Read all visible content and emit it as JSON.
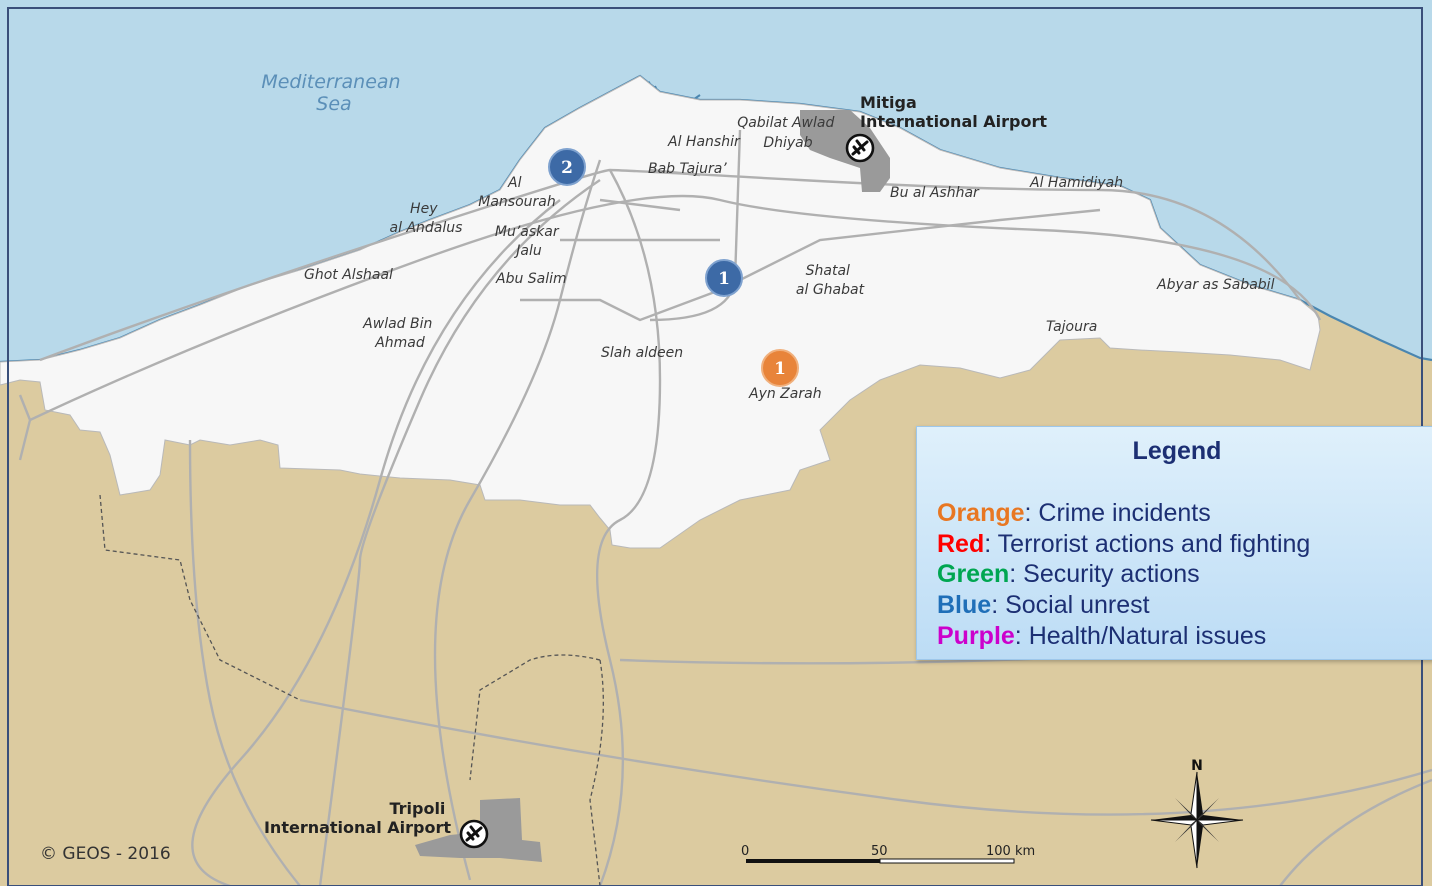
{
  "map": {
    "sea_label": [
      "Mediterranean",
      "Sea"
    ],
    "places": [
      {
        "id": "qabilat",
        "lines": [
          "Qabilat Awlad",
          "Dhiyab"
        ]
      },
      {
        "id": "al-hanshir",
        "lines": [
          "Al Hanshir"
        ]
      },
      {
        "id": "bab-tajura",
        "lines": [
          "Bab Tajura’"
        ]
      },
      {
        "id": "al-mansourah",
        "lines": [
          "Al",
          "Mansourah"
        ]
      },
      {
        "id": "hey-al-andalus",
        "lines": [
          "Hey",
          "al Andalus"
        ]
      },
      {
        "id": "muaskar-jalu",
        "lines": [
          "Mu’askar",
          "Jalu"
        ]
      },
      {
        "id": "ghot-alshaal",
        "lines": [
          "Ghot Alshaal"
        ]
      },
      {
        "id": "abu-salim",
        "lines": [
          "Abu Salim"
        ]
      },
      {
        "id": "awlad-bin-ahmad",
        "lines": [
          "Awlad Bin",
          "Ahmad"
        ]
      },
      {
        "id": "slah-aldeen",
        "lines": [
          "Slah aldeen"
        ]
      },
      {
        "id": "shatal-al-ghabat",
        "lines": [
          "Shatal",
          "al Ghabat"
        ]
      },
      {
        "id": "ayn-zarah",
        "lines": [
          "Ayn Zarah"
        ]
      },
      {
        "id": "bu-al-ashhar",
        "lines": [
          "Bu al Ashhar"
        ]
      },
      {
        "id": "al-hamidiyah",
        "lines": [
          "Al Hamidiyah"
        ]
      },
      {
        "id": "abyar-as-sababil",
        "lines": [
          "Abyar as Sababil"
        ]
      },
      {
        "id": "tajoura",
        "lines": [
          "Tajoura"
        ]
      }
    ],
    "airports": [
      {
        "id": "mitiga",
        "lines": [
          "Mitiga",
          "International Airport"
        ]
      },
      {
        "id": "tripoli",
        "lines": [
          "Tripoli",
          "International Airport"
        ]
      }
    ],
    "markers": [
      {
        "id": "blue-2",
        "category": "blue",
        "label": "2",
        "color": "#3d6aa6"
      },
      {
        "id": "blue-1",
        "category": "blue",
        "label": "1",
        "color": "#3d6aa6"
      },
      {
        "id": "orange-1",
        "category": "orange",
        "label": "1",
        "color": "#e8843a"
      }
    ],
    "copyright": "© GEOS - 2016",
    "scale_bar": {
      "labels": [
        "0",
        "50",
        "100 km"
      ]
    },
    "compass": {
      "north_label": "N"
    },
    "colors": {
      "sea": "#b8d9ea",
      "land": "#dccba0",
      "city": "#f7f7f7",
      "airport": "#9a9a9a",
      "coast": "#4a86b0"
    }
  },
  "legend": {
    "title": "Legend",
    "items": [
      {
        "key": "Orange",
        "text": ": Crime incidents",
        "color": "#e87722"
      },
      {
        "key": "Red",
        "text": ": Terrorist actions and fighting",
        "color": "#ff0000"
      },
      {
        "key": "Green",
        "text": ": Security actions",
        "color": "#00a651"
      },
      {
        "key": "Blue",
        "text": ": Social unrest",
        "color": "#1f6fb8"
      },
      {
        "key": "Purple",
        "text": ": Health/Natural issues",
        "color": "#cc00cc"
      }
    ]
  }
}
